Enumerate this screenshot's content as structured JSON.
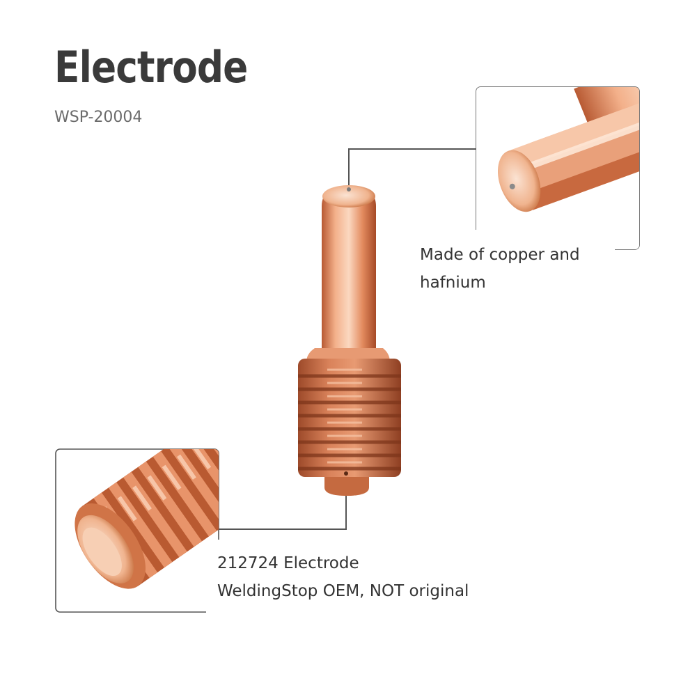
{
  "product": {
    "title": "Electrode",
    "sku": "WSP-20004"
  },
  "callouts": [
    {
      "id": "tip",
      "lines": [
        "Made of copper and",
        "hafnium"
      ]
    },
    {
      "id": "base",
      "lines": [
        "212724 Electrode",
        "WeldingStop OEM, NOT original"
      ]
    }
  ],
  "colors": {
    "copper_light": "#f6c0a0",
    "copper_mid": "#e48a5e",
    "copper_dark": "#a84a28",
    "title": "#3a3a3a",
    "leader_line": "#555555"
  }
}
